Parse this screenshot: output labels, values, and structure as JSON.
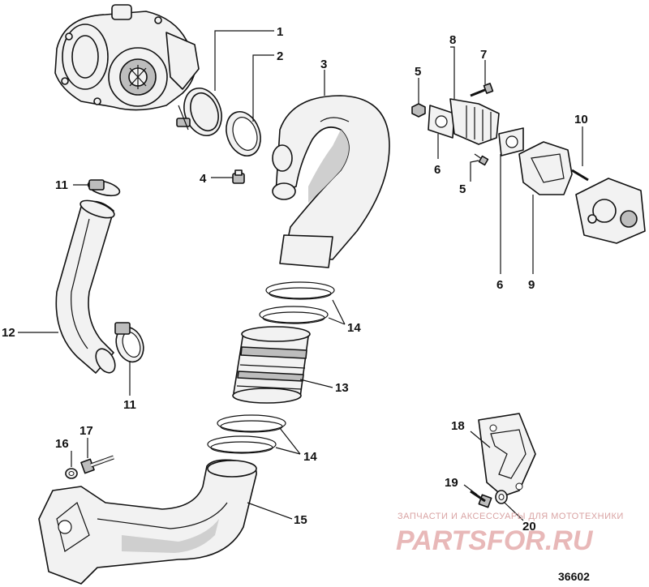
{
  "callouts": {
    "c1": "1",
    "c2": "2",
    "c3": "3",
    "c4": "4",
    "c5a": "5",
    "c5b": "5",
    "c6a": "6",
    "c6b": "6",
    "c7": "7",
    "c8": "8",
    "c9": "9",
    "c10": "10",
    "c11a": "11",
    "c11b": "11",
    "c12": "12",
    "c13": "13",
    "c14a": "14",
    "c14b": "14",
    "c15": "15",
    "c16": "16",
    "c17": "17",
    "c18": "18",
    "c19": "19",
    "c20": "20"
  },
  "watermark": {
    "tagline": "ЗАПЧАСТИ И АКСЕССУАРЫ ДЛЯ МОТОТЕХНИКИ",
    "brand": "PARTSFOR.RU"
  },
  "diagram_code": "36602",
  "colors": {
    "line": "#111111",
    "part_fill": "#f2f2f2",
    "watermark": "#e8b8b8"
  }
}
